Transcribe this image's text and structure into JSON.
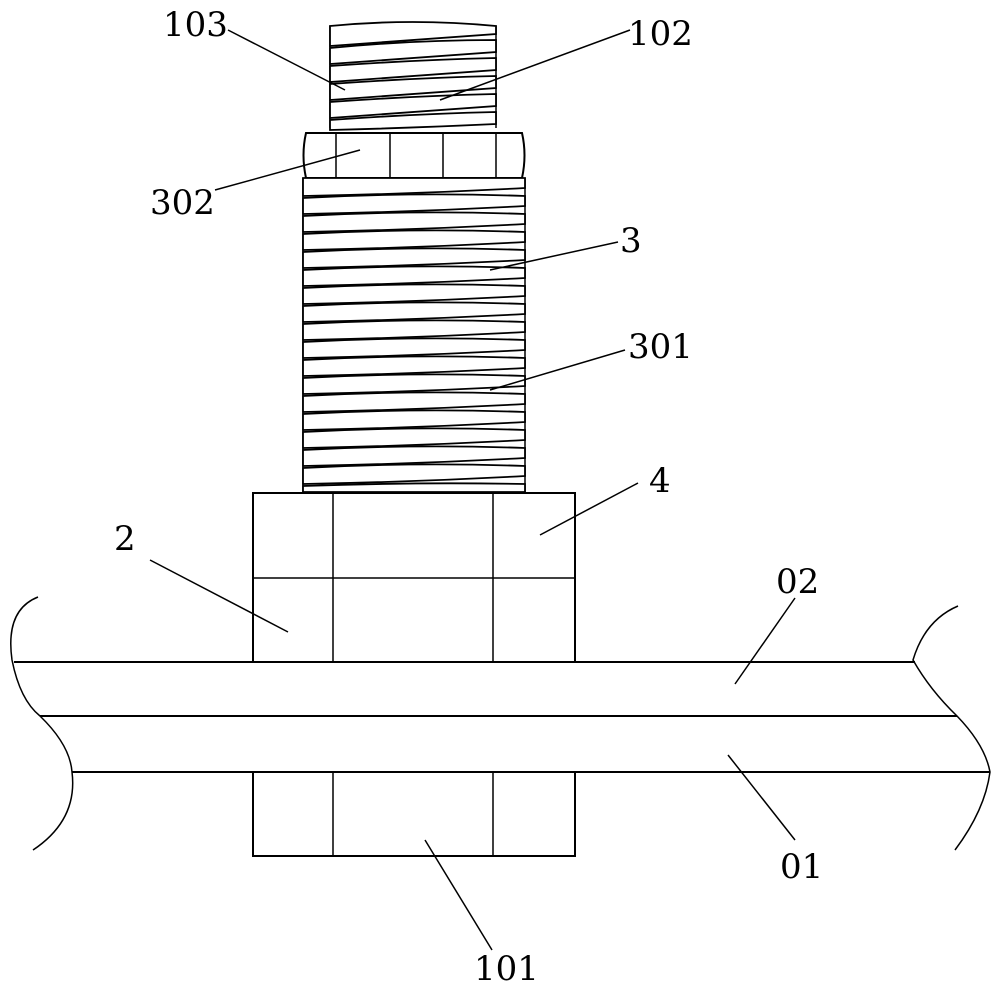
{
  "labels": {
    "l103": "103",
    "l102": "102",
    "l302": "302",
    "l3": "3",
    "l301": "301",
    "l4": "4",
    "l2": "2",
    "l02": "02",
    "l01": "01",
    "l101": "101"
  }
}
